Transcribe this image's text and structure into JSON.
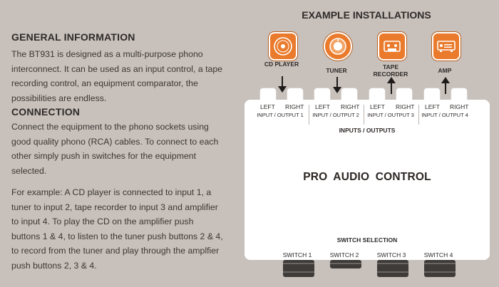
{
  "general": {
    "heading": "GENERAL INFORMATION",
    "body": "The BT931 is designed as a multi-purpose phono interconnect. It can be used as an input control, a tape recording control, an equipment comparator, the possibilities are endless."
  },
  "connection": {
    "heading": "CONNECTION",
    "body": "Connect the equipment to the phono sockets using good quality phono (RCA) cables. To connect to each other simply push in switches for the equipment selected.",
    "example": "For example: A CD player is connected to input 1, a tuner to input 2, tape recorder to input 3 and amplifier to input 4. To play the CD on the amplifier push buttons 1 & 4, to listen to the tuner push buttons 2 & 4, to record from the tuner and play through the amplfier push buttons 2, 3 & 4."
  },
  "installations": {
    "title": "EXAMPLE INSTALLATIONS",
    "devices": [
      {
        "label": "CD PLAYER",
        "icon": "cd-icon",
        "direction": "in"
      },
      {
        "label": "TUNER",
        "icon": "tuner-dial-icon",
        "direction": "in"
      },
      {
        "label": "TAPE RECORDER",
        "icon": "cassette-icon",
        "direction": "out"
      },
      {
        "label": "AMP",
        "icon": "amplifier-icon",
        "direction": "out"
      }
    ]
  },
  "panel": {
    "left": "LEFT",
    "right": "RIGHT",
    "io_labels": [
      "INPUT / OUTPUT 1",
      "INPUT / OUTPUT 2",
      "INPUT / OUTPUT 3",
      "INPUT / OUTPUT 4"
    ],
    "inputs_outputs": "INPUTS / OUTPUTS",
    "title": "PRO AUDIO  CONTROL",
    "switch_selection": "SWITCH SELECTION",
    "switches": [
      "SWITCH 1",
      "SWITCH 2",
      "SWITCH 3",
      "SWITCH 4"
    ]
  },
  "colors": {
    "background": "#c7c0bb",
    "accent": "#ea7b2c",
    "panel": "#ffffff",
    "text": "#2f2b29"
  }
}
